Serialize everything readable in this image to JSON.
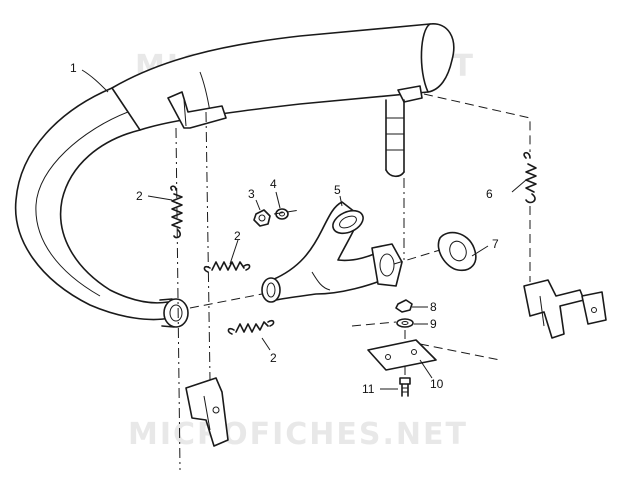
{
  "watermark": "MICROFICHES.NET",
  "callouts": {
    "c1": "1",
    "c2a": "2",
    "c2b": "2",
    "c2c": "2",
    "c3": "3",
    "c4": "4",
    "c5": "5",
    "c6": "6",
    "c7": "7",
    "c8": "8",
    "c9": "9",
    "c10": "10",
    "c11": "11"
  }
}
